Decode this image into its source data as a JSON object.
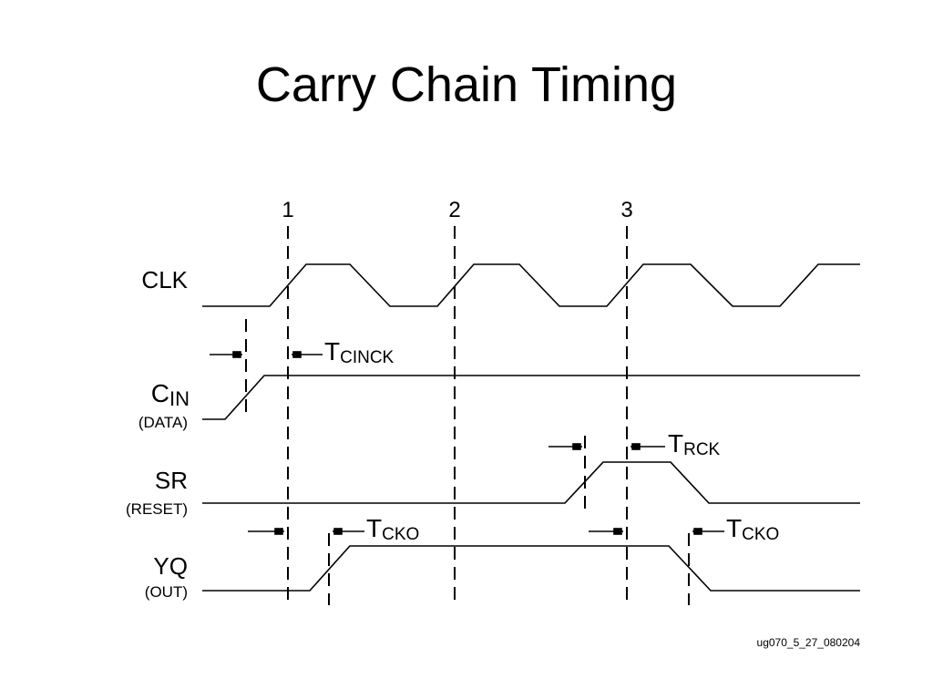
{
  "title": "Carry Chain Timing",
  "markers": [
    "1",
    "2",
    "3"
  ],
  "signals": {
    "clk": {
      "name": "CLK"
    },
    "cin": {
      "name_main": "C",
      "name_sub": "IN",
      "desc": "(DATA)"
    },
    "sr": {
      "name": "SR",
      "desc": "(RESET)"
    },
    "yq": {
      "name": "YQ",
      "desc": "(OUT)"
    }
  },
  "timing": {
    "tcinck": {
      "main": "T",
      "sub": "CINCK"
    },
    "trck": {
      "main": "T",
      "sub": "RCK"
    },
    "tcko": {
      "main": "T",
      "sub": "CKO"
    }
  },
  "figure_id": "ug070_5_27_080204"
}
